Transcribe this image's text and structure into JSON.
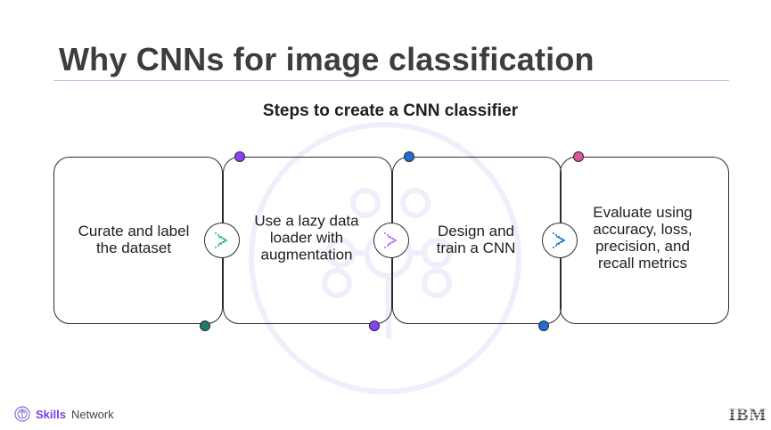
{
  "slide": {
    "title": "Why CNNs for image classification",
    "subtitle": "Steps to create a CNN classifier"
  },
  "steps": [
    {
      "text": "Curate and label the dataset",
      "dot_color": "#1f7a6c"
    },
    {
      "text": "Use a lazy data loader with augmentation",
      "dot_color": "#8a3ffc"
    },
    {
      "text": "Design and train a CNN",
      "dot_color": "#1e6fd0"
    },
    {
      "text": "Evaluate using accuracy, loss, precision, and recall metrics",
      "dot_color": "#e0539a"
    }
  ],
  "connector_colors": [
    "#2fb8a6",
    "#b07cf0",
    "#1f78c8"
  ],
  "footer": {
    "brand_bold": "Skills",
    "brand_rest": "Network",
    "logo_text": "IBM"
  },
  "colors": {
    "accent_rule": "#c6c0ec",
    "watermark": "#efeefb"
  }
}
